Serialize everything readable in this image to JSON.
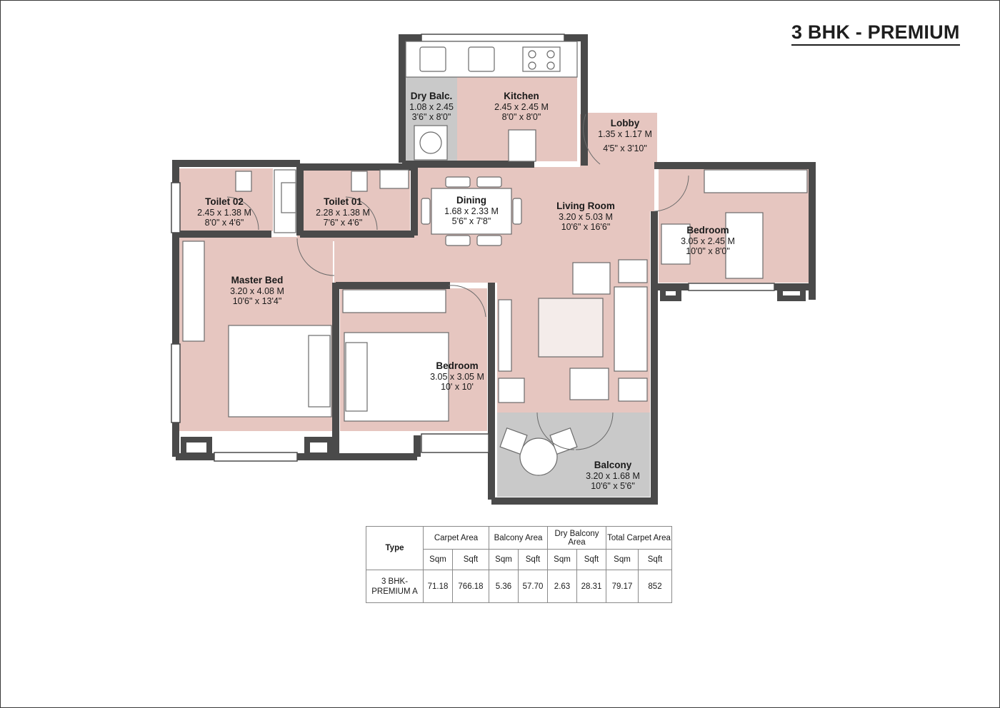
{
  "title": "3 BHK - PREMIUM",
  "colors": {
    "room_fill": "#e6c6c0",
    "wall": "#4a4a4a",
    "balcony_fill": "#c9c9c9",
    "dry_balc_fill": "#c9c9c9"
  },
  "rooms": {
    "kitchen": {
      "name": "Kitchen",
      "metric": "2.45 x 2.45 M",
      "imperial": "8'0\" x 8'0\""
    },
    "dry_balc": {
      "name": "Dry Balc.",
      "metric": "1.08 x 2.45",
      "imperial": "3'6\" x 8'0\""
    },
    "lobby": {
      "name": "Lobby",
      "metric": "1.35 x 1.17 M",
      "imperial": "4'5\" x 3'10\""
    },
    "toilet02": {
      "name": "Toilet 02",
      "metric": "2.45 x 1.38 M",
      "imperial": "8'0\" x 4'6\""
    },
    "toilet01": {
      "name": "Toilet 01",
      "metric": "2.28 x 1.38 M",
      "imperial": "7'6\" x 4'6\""
    },
    "dining": {
      "name": "Dining",
      "metric": "1.68 x 2.33 M",
      "imperial": "5'6\" x 7'8\""
    },
    "living": {
      "name": "Living Room",
      "metric": "3.20 x 5.03 M",
      "imperial": "10'6\" x 16'6\""
    },
    "bedroom_r": {
      "name": "Bedroom",
      "metric": "3.05 x 2.45 M",
      "imperial": "10'0\" x 8'0\""
    },
    "master": {
      "name": "Master Bed",
      "metric": "3.20 x 4.08 M",
      "imperial": "10'6\" x 13'4\""
    },
    "bedroom_c": {
      "name": "Bedroom",
      "metric": "3.05 x 3.05 M",
      "imperial": "10' x 10'"
    },
    "balcony": {
      "name": "Balcony",
      "metric": "3.20 x 1.68 M",
      "imperial": "10'6\" x 5'6\""
    }
  },
  "area_table": {
    "headers": {
      "type": "Type",
      "carpet": "Carpet Area",
      "balcony": "Balcony Area",
      "dry_balcony": "Dry Balcony Area",
      "total": "Total Carpet Area"
    },
    "units": {
      "sqm": "Sqm",
      "sqft": "Sqft"
    },
    "row": {
      "type": "3 BHK- PREMIUM A",
      "carpet_sqm": "71.18",
      "carpet_sqft": "766.18",
      "balcony_sqm": "5.36",
      "balcony_sqft": "57.70",
      "dry_sqm": "2.63",
      "dry_sqft": "28.31",
      "total_sqm": "79.17",
      "total_sqft": "852"
    }
  }
}
